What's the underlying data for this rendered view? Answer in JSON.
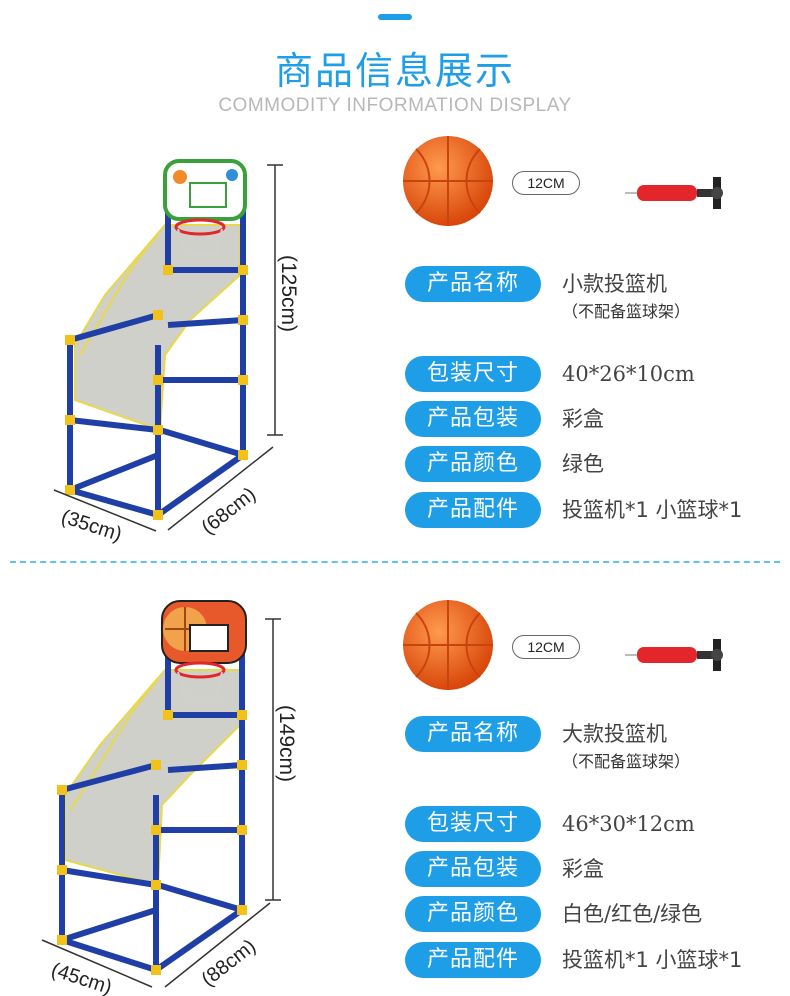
{
  "header": {
    "title": "商品信息展示",
    "subtitle": "COMMODITY INFORMATION DISPLAY"
  },
  "colors": {
    "accent": "#1e9ee6",
    "frame_blue": "#1f3fa6",
    "joint_yellow": "#f3c21a",
    "ball_orange": "#f26a1b",
    "pump_red": "#e3262b"
  },
  "products": [
    {
      "dims": {
        "height": "(125cm)",
        "depth": "(68cm)",
        "width": "(35cm)"
      },
      "ball_size": "12CM",
      "specs": {
        "name_label": "产品名称",
        "name_value": "小款投篮机",
        "name_note": "（不配备篮球架）",
        "size_label": "包装尺寸",
        "size_value": "40*26*10cm",
        "package_label": "产品包装",
        "package_value": "彩盒",
        "color_label": "产品颜色",
        "color_value": "绿色",
        "parts_label": "产品配件",
        "parts_value": "投篮机*1  小篮球*1"
      }
    },
    {
      "dims": {
        "height": "(149cm)",
        "depth": "(88cm)",
        "width": "(45cm)"
      },
      "ball_size": "12CM",
      "specs": {
        "name_label": "产品名称",
        "name_value": "大款投篮机",
        "name_note": "（不配备篮球架）",
        "size_label": "包装尺寸",
        "size_value": "46*30*12cm",
        "package_label": "产品包装",
        "package_value": "彩盒",
        "color_label": "产品颜色",
        "color_value": "白色/红色/绿色",
        "parts_label": "产品配件",
        "parts_value": "投篮机*1  小篮球*1"
      }
    }
  ]
}
